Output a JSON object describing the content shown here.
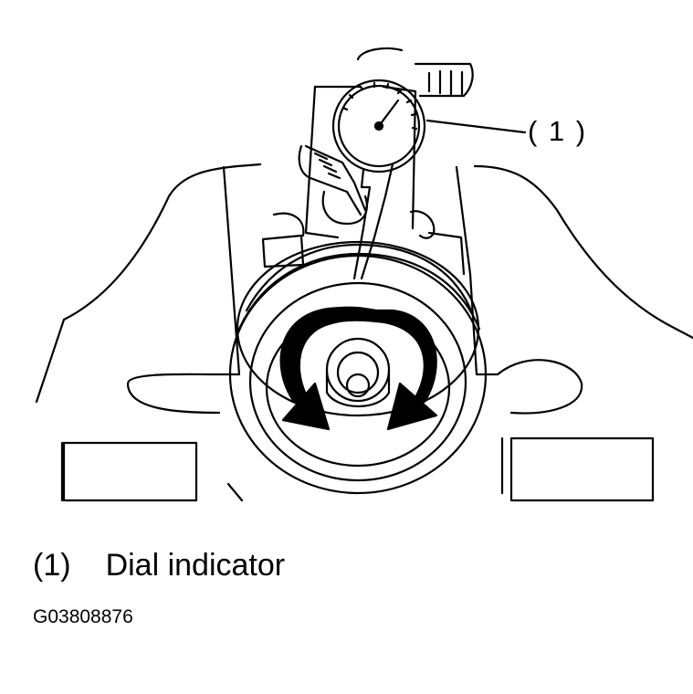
{
  "callout": {
    "number": "( 1 )"
  },
  "legend": {
    "number": "(1)",
    "label": "Dial indicator"
  },
  "figure_id": "G03808876",
  "colors": {
    "ink": "#000000",
    "paper": "#ffffff"
  }
}
